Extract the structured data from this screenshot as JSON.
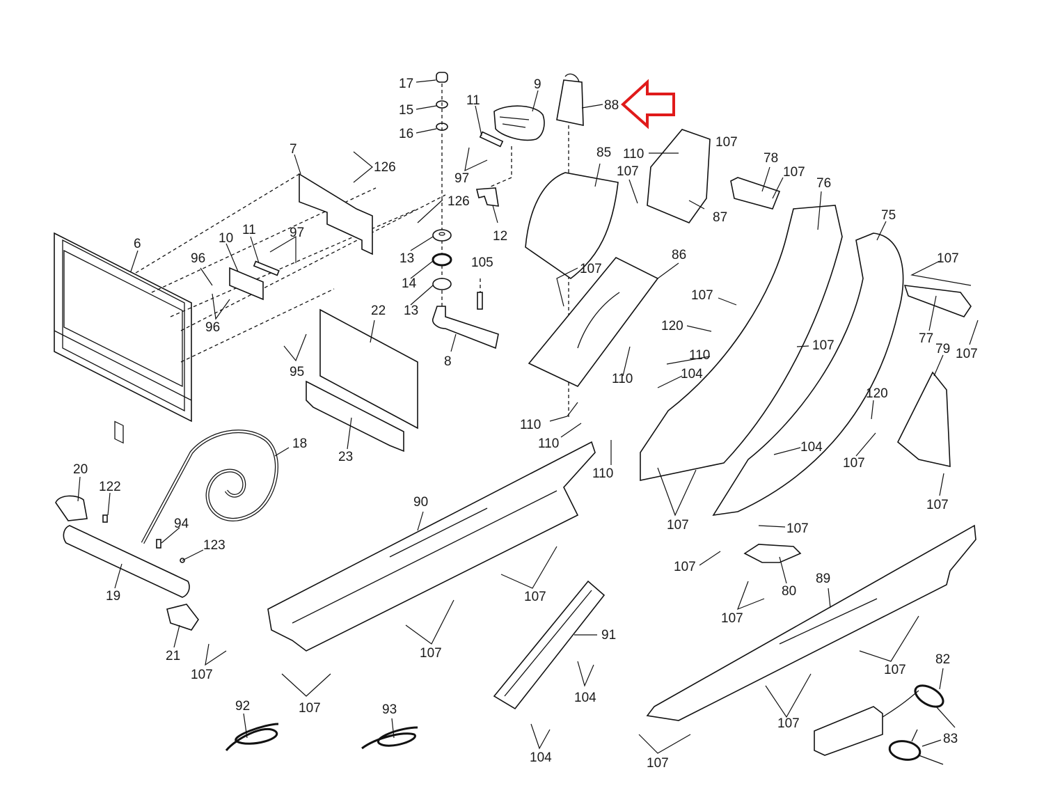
{
  "diagram": {
    "type": "exploded-parts-diagram",
    "highlight": {
      "part": "88",
      "color": "#e01a1a",
      "marker": "hollow-arrow-pointing-left"
    },
    "callouts": [
      {
        "id": "c17",
        "text": "17"
      },
      {
        "id": "c15",
        "text": "15"
      },
      {
        "id": "c16",
        "text": "16"
      },
      {
        "id": "c9",
        "text": "9"
      },
      {
        "id": "c11a",
        "text": "11"
      },
      {
        "id": "c88",
        "text": "88"
      },
      {
        "id": "c7",
        "text": "7"
      },
      {
        "id": "c126a",
        "text": "126"
      },
      {
        "id": "c97a",
        "text": "97"
      },
      {
        "id": "c126b",
        "text": "126"
      },
      {
        "id": "c12",
        "text": "12"
      },
      {
        "id": "c85",
        "text": "85"
      },
      {
        "id": "c110a",
        "text": "110"
      },
      {
        "id": "c107a",
        "text": "107"
      },
      {
        "id": "c107b",
        "text": "107"
      },
      {
        "id": "c78",
        "text": "78"
      },
      {
        "id": "c107c",
        "text": "107"
      },
      {
        "id": "c76",
        "text": "76"
      },
      {
        "id": "c87",
        "text": "87"
      },
      {
        "id": "c75",
        "text": "75"
      },
      {
        "id": "c6",
        "text": "6"
      },
      {
        "id": "c10",
        "text": "10"
      },
      {
        "id": "c11b",
        "text": "11"
      },
      {
        "id": "c97b",
        "text": "97"
      },
      {
        "id": "c96a",
        "text": "96"
      },
      {
        "id": "c96b",
        "text": "96"
      },
      {
        "id": "c13a",
        "text": "13"
      },
      {
        "id": "c14",
        "text": "14"
      },
      {
        "id": "c13b",
        "text": "13"
      },
      {
        "id": "c105",
        "text": "105"
      },
      {
        "id": "c8",
        "text": "8"
      },
      {
        "id": "c22",
        "text": "22"
      },
      {
        "id": "c95",
        "text": "95"
      },
      {
        "id": "c23",
        "text": "23"
      },
      {
        "id": "c86",
        "text": "86"
      },
      {
        "id": "c107d",
        "text": "107"
      },
      {
        "id": "c107e",
        "text": "107"
      },
      {
        "id": "c120a",
        "text": "120"
      },
      {
        "id": "c110b",
        "text": "110"
      },
      {
        "id": "c107f",
        "text": "107"
      },
      {
        "id": "c104a",
        "text": "104"
      },
      {
        "id": "c110c",
        "text": "110"
      },
      {
        "id": "c110d",
        "text": "110"
      },
      {
        "id": "c110e",
        "text": "110"
      },
      {
        "id": "c110f",
        "text": "110"
      },
      {
        "id": "c107g",
        "text": "107"
      },
      {
        "id": "c77",
        "text": "77"
      },
      {
        "id": "c107h",
        "text": "107"
      },
      {
        "id": "c79",
        "text": "79"
      },
      {
        "id": "c120b",
        "text": "120"
      },
      {
        "id": "c104b",
        "text": "104"
      },
      {
        "id": "c107i",
        "text": "107"
      },
      {
        "id": "c107j",
        "text": "107"
      },
      {
        "id": "c107k",
        "text": "107"
      },
      {
        "id": "c107l",
        "text": "107"
      },
      {
        "id": "c18",
        "text": "18"
      },
      {
        "id": "c20",
        "text": "20"
      },
      {
        "id": "c122",
        "text": "122"
      },
      {
        "id": "c94",
        "text": "94"
      },
      {
        "id": "c123",
        "text": "123"
      },
      {
        "id": "c19",
        "text": "19"
      },
      {
        "id": "c21",
        "text": "21"
      },
      {
        "id": "c107m",
        "text": "107"
      },
      {
        "id": "c90",
        "text": "90"
      },
      {
        "id": "c107n",
        "text": "107"
      },
      {
        "id": "c107o",
        "text": "107"
      },
      {
        "id": "c107p",
        "text": "107"
      },
      {
        "id": "c92",
        "text": "92"
      },
      {
        "id": "c93",
        "text": "93"
      },
      {
        "id": "c91",
        "text": "91"
      },
      {
        "id": "c104c",
        "text": "104"
      },
      {
        "id": "c104d",
        "text": "104"
      },
      {
        "id": "c80",
        "text": "80"
      },
      {
        "id": "c107q",
        "text": "107"
      },
      {
        "id": "c89",
        "text": "89"
      },
      {
        "id": "c107r",
        "text": "107"
      },
      {
        "id": "c107s",
        "text": "107"
      },
      {
        "id": "c107t",
        "text": "107"
      },
      {
        "id": "c82",
        "text": "82"
      },
      {
        "id": "c83",
        "text": "83"
      },
      {
        "id": "c107u",
        "text": "107"
      }
    ]
  }
}
